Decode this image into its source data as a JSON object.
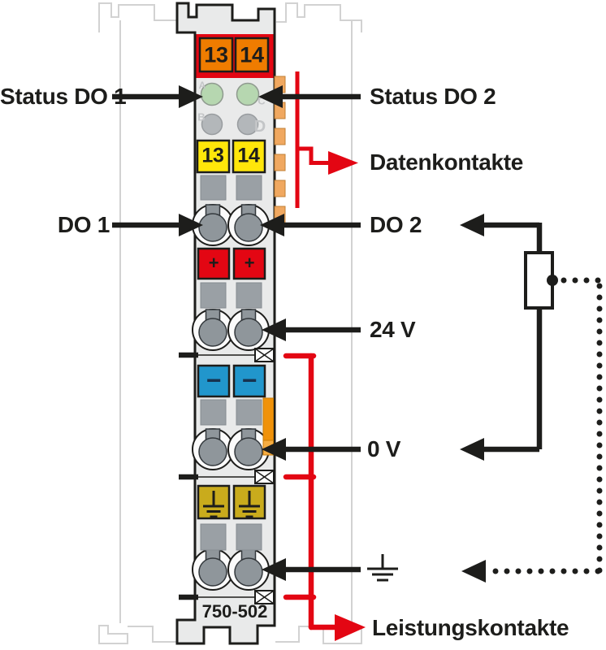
{
  "module": {
    "code": "750-502",
    "feed_terminals_top": [
      "13",
      "14"
    ],
    "output_terminals": [
      "13",
      "14"
    ],
    "plus_mark": "+",
    "minus_mark": "−",
    "led_letters": [
      "A",
      "B",
      "C",
      "D"
    ]
  },
  "labels_left": {
    "status_do1": "Status DO 1",
    "do1": "DO 1"
  },
  "labels_right": {
    "status_do2": "Status DO 2",
    "datenkontakte": "Datenkontakte",
    "do2": "DO 2",
    "v24": "24 V",
    "v0": "0 V",
    "leistungskontakte": "Leistungskontakte"
  },
  "colors": {
    "wago_red": "#e30613",
    "feed_orange": "#ef7c00",
    "data_tab_orange": "#f0a860",
    "jumper_orange": "#f0920a",
    "terminal_yellow": "#ffe60a",
    "terminal_blue": "#2196cc",
    "terminal_olive": "#c9ab1c",
    "led_green": "#b6d7b0",
    "led_gray": "#b3b7ba",
    "clamp_gray": "#8f969b",
    "body_gray": "#e9eaea",
    "outline_black": "#1d1d1b",
    "ghost_gray": "#d2d2d2"
  }
}
